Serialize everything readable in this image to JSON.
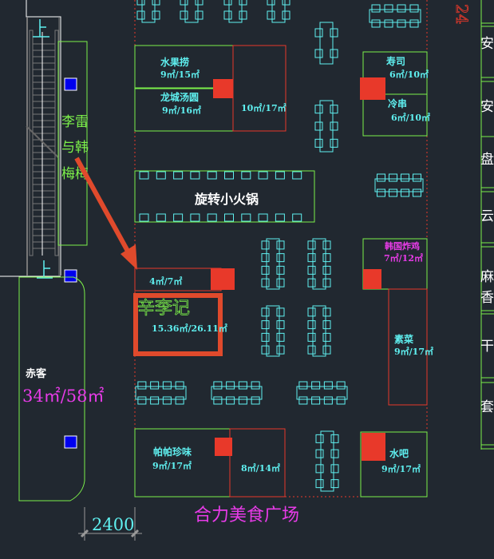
{
  "plan_title": "合力美食广场",
  "dimension": "2400",
  "dimension_top": "24",
  "colors": {
    "background": "#212830",
    "booth_outline": "#7cf04a",
    "booth_outline_alt": "#e8392a",
    "table": "#5ff0f0",
    "label_cyan": "#5ff0f0",
    "label_magenta": "#e83be8",
    "highlight": "#e04a2c",
    "column": "#0000ee"
  },
  "escalator": {
    "label_top": "上",
    "label_bottom": "上"
  },
  "annotation": {
    "text_lines": [
      "李雷",
      "与韩",
      "梅梅"
    ],
    "arrow_icon": "arrow-down-right-icon"
  },
  "booths": {
    "fruit": {
      "name": "水果捞",
      "area": "9㎡/15㎡"
    },
    "tangyuan": {
      "name": "龙城汤圆",
      "area": "9㎡/16㎡"
    },
    "vacant_top": {
      "area": "10㎡/17㎡"
    },
    "sushi": {
      "name": "寿司",
      "area": "6㎡/10㎡"
    },
    "skewers": {
      "name": "冷串",
      "area": "6㎡/10㎡"
    },
    "hotpot": {
      "name": "旋转小火锅"
    },
    "korean": {
      "name": "韩国炸鸡",
      "area": "7㎡/12㎡"
    },
    "small_vacant": {
      "area": "4㎡/7㎡"
    },
    "highlighted": {
      "name": "辛李记",
      "area": "15.36㎡/26.11㎡"
    },
    "vegetarian": {
      "name": "素菜",
      "area": "9㎡/17㎡"
    },
    "chike": {
      "name": "赤客",
      "area": "34㎡/58㎡"
    },
    "papa": {
      "name": "帕帕珍味",
      "area": "9㎡/17㎡"
    },
    "vacant_bottom": {
      "area": "8㎡/14㎡"
    },
    "water_bar": {
      "name": "水吧",
      "area": "9㎡/17㎡"
    }
  },
  "side_strip": [
    "安",
    "安",
    "盘",
    "云",
    "麻",
    "香",
    "干",
    "套"
  ]
}
